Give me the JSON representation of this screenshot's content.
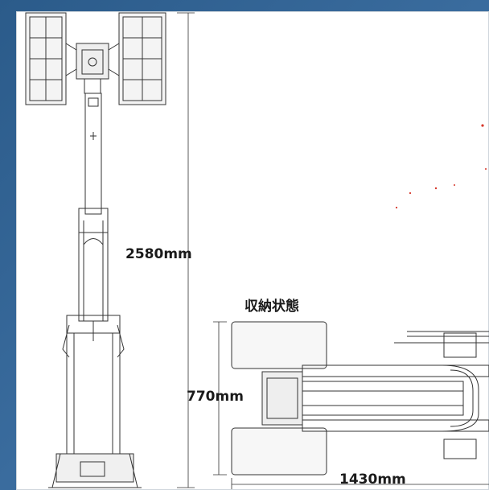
{
  "title": "収納状態",
  "dimensions": {
    "height": "2580mm",
    "width": "770mm",
    "length": "1430mm"
  },
  "colors": {
    "background": "#2f5f8f",
    "paper": "#ffffff",
    "line": "#333333",
    "text": "#1a1a1a",
    "speckle": "#d6362a"
  }
}
